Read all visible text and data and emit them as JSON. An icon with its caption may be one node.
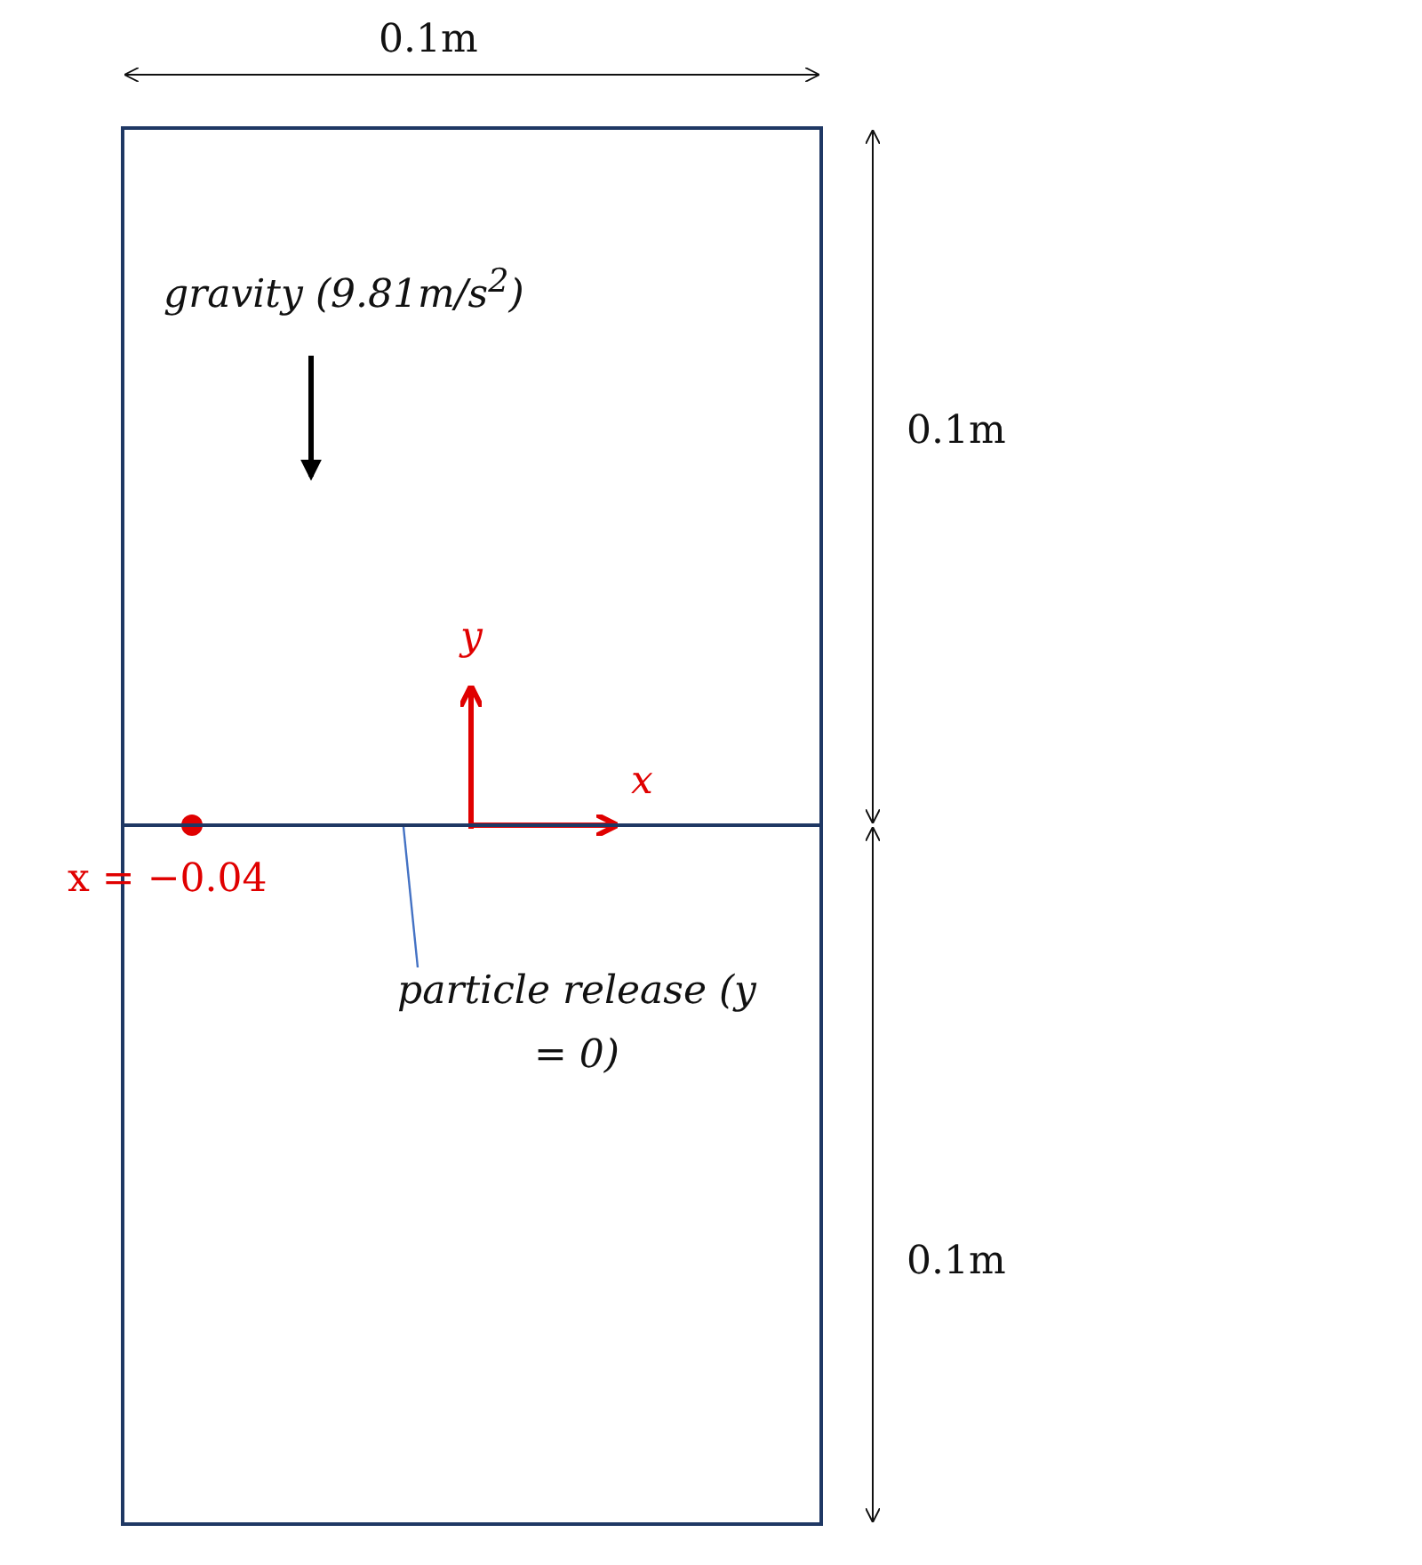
{
  "diagram": {
    "nodes": [
      {
        "text": [
          "particle release (y = 0)"
        ]
      },
      {
        "text": [],
        "shape": "line"
      }
    ],
    "edges": [
      {
        "from": 0,
        "to": 1,
        "arrow": "none"
      }
    ],
    "labels": [
      "0.1m",
      "gravity (9.81m/s$^{2}$)",
      "0.1m",
      "y",
      "x",
      "x = −0.04",
      "0.1m"
    ]
  }
}
